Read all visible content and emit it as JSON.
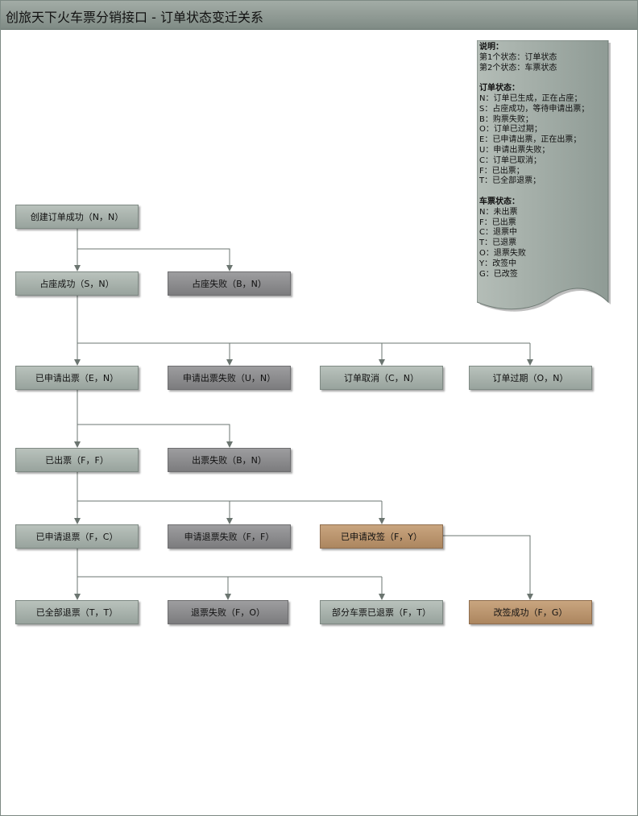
{
  "header": {
    "title": "创旅天下火车票分销接口 - 订单状态变迁关系"
  },
  "nodes": {
    "created": "创建订单成功（N，N）",
    "seat_ok": "占座成功（S，N）",
    "seat_fail": "占座失败（B，N）",
    "ticketing_applied": "已申请出票（E，N）",
    "ticketing_apply_fail": "申请出票失败（U，N）",
    "order_cancelled": "订单取消（C，N）",
    "order_expired": "订单过期（O，N）",
    "ticketed": "已出票（F，F）",
    "ticketing_fail": "出票失败（B，N）",
    "refund_applied": "已申请退票（F，C）",
    "refund_apply_fail": "申请退票失败（F，F）",
    "change_applied": "已申请改签（F，Y）",
    "all_refunded": "已全部退票（T，T）",
    "refund_fail": "退票失败（F，O）",
    "partial_refunded": "部分车票已退票（F，T）",
    "change_ok": "改签成功（F，G）"
  },
  "legend": {
    "title": "说明：",
    "lines1": [
      "第1个状态：订单状态",
      "第2个状态：车票状态"
    ],
    "order_heading": "订单状态：",
    "order_states": [
      "N：订单已生成，正在占座；",
      "S：占座成功，等待申请出票；",
      "B：购票失败；",
      "O：订单已过期；",
      "E：已申请出票，正在出票；",
      "U：申请出票失败；",
      "C：订单已取消；",
      "F：已出票；",
      "T：已全部退票；"
    ],
    "ticket_heading": "车票状态：",
    "ticket_states": [
      "N：未出票",
      "F：已出票",
      "C：退票中",
      "T：已退票",
      "O：退票失败",
      "Y：改签中",
      "G：已改签"
    ]
  },
  "colors": {
    "success_fill": "#a8b1ab",
    "fail_fill": "#8c8c8e",
    "change_fill": "#bb9670",
    "connector": "#6b7570"
  }
}
